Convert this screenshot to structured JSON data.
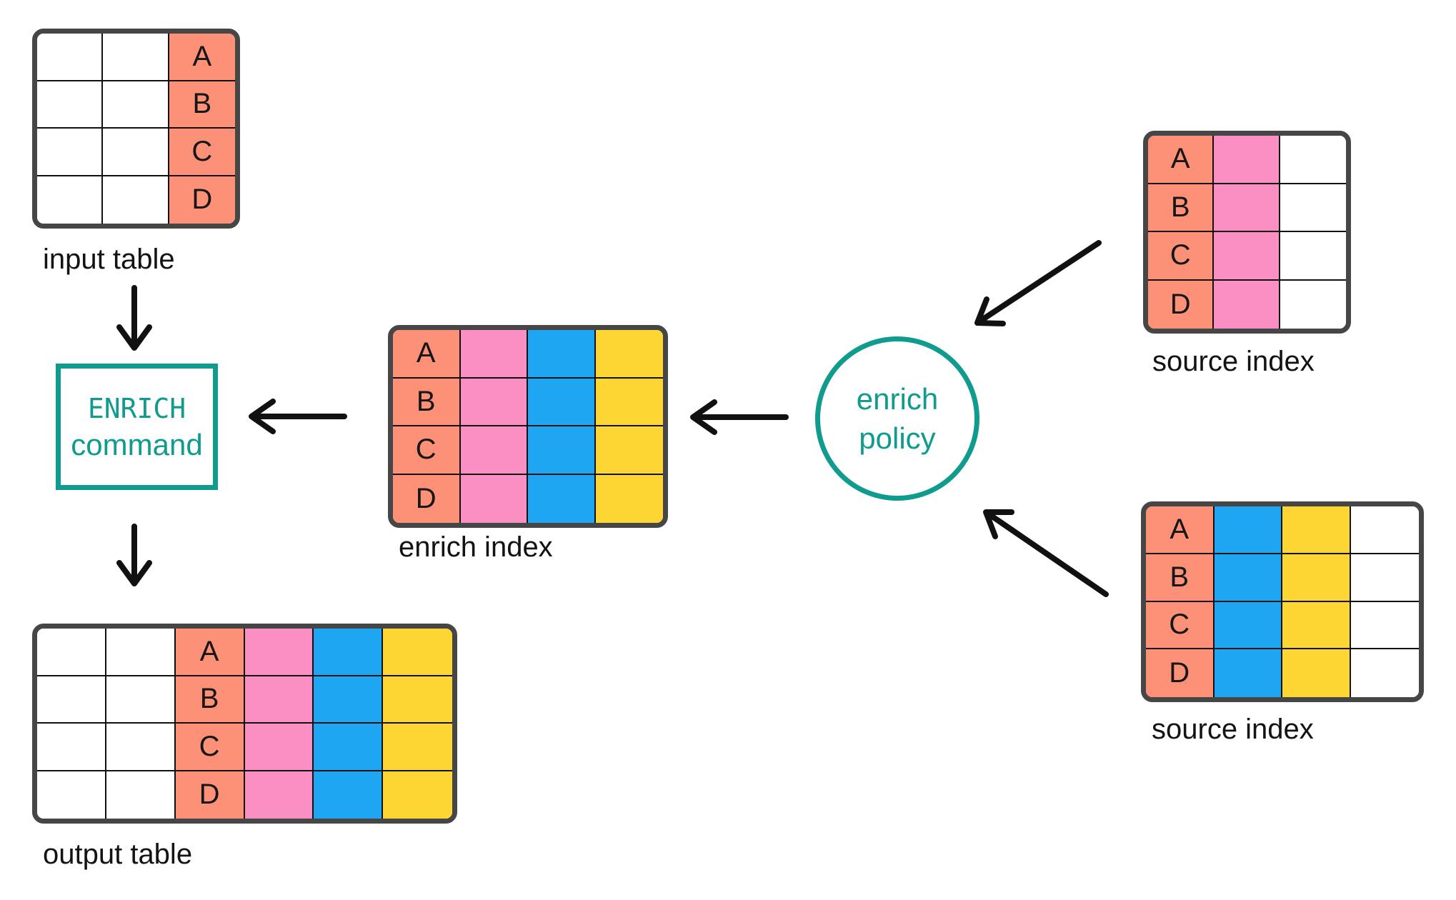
{
  "palette": {
    "salmon": "#FC9178",
    "pink": "#FA8FC4",
    "blue": "#1EA6F3",
    "yellow": "#FDD634",
    "teal": "#0F9B8D",
    "frame": "#464646",
    "grid_line": "#111111",
    "arrow": "#111111",
    "white": "#FFFFFF"
  },
  "nodes": {
    "enrich_command": {
      "line1": "ENRICH",
      "line2": "command"
    },
    "enrich_policy": {
      "line1": "enrich",
      "line2": "policy"
    }
  },
  "tables": [
    {
      "id": "input-table",
      "label": "input table",
      "rows": 4,
      "columns": [
        {
          "color": "white"
        },
        {
          "color": "white"
        },
        {
          "color": "salmon",
          "letters": [
            "A",
            "B",
            "C",
            "D"
          ]
        }
      ]
    },
    {
      "id": "enrich-index",
      "label": "enrich index",
      "rows": 4,
      "columns": [
        {
          "color": "salmon",
          "letters": [
            "A",
            "B",
            "C",
            "D"
          ]
        },
        {
          "color": "pink"
        },
        {
          "color": "blue"
        },
        {
          "color": "yellow"
        }
      ]
    },
    {
      "id": "source-index-top",
      "label": "source index",
      "rows": 4,
      "columns": [
        {
          "color": "salmon",
          "letters": [
            "A",
            "B",
            "C",
            "D"
          ]
        },
        {
          "color": "pink"
        },
        {
          "color": "white"
        }
      ]
    },
    {
      "id": "source-index-bottom",
      "label": "source index",
      "rows": 4,
      "columns": [
        {
          "color": "salmon",
          "letters": [
            "A",
            "B",
            "C",
            "D"
          ]
        },
        {
          "color": "blue"
        },
        {
          "color": "yellow"
        },
        {
          "color": "white"
        }
      ]
    },
    {
      "id": "output-table",
      "label": "output table",
      "rows": 4,
      "columns": [
        {
          "color": "white"
        },
        {
          "color": "white"
        },
        {
          "color": "salmon",
          "letters": [
            "A",
            "B",
            "C",
            "D"
          ]
        },
        {
          "color": "pink"
        },
        {
          "color": "blue"
        },
        {
          "color": "yellow"
        }
      ]
    }
  ],
  "arrows": [
    {
      "name": "arrow-input-table-to-enrich-command"
    },
    {
      "name": "arrow-enrich-command-to-output-table"
    },
    {
      "name": "arrow-enrich-index-to-enrich-command"
    },
    {
      "name": "arrow-enrich-policy-to-enrich-index"
    },
    {
      "name": "arrow-source-index-top-to-enrich-policy"
    },
    {
      "name": "arrow-source-index-bottom-to-enrich-policy"
    }
  ]
}
